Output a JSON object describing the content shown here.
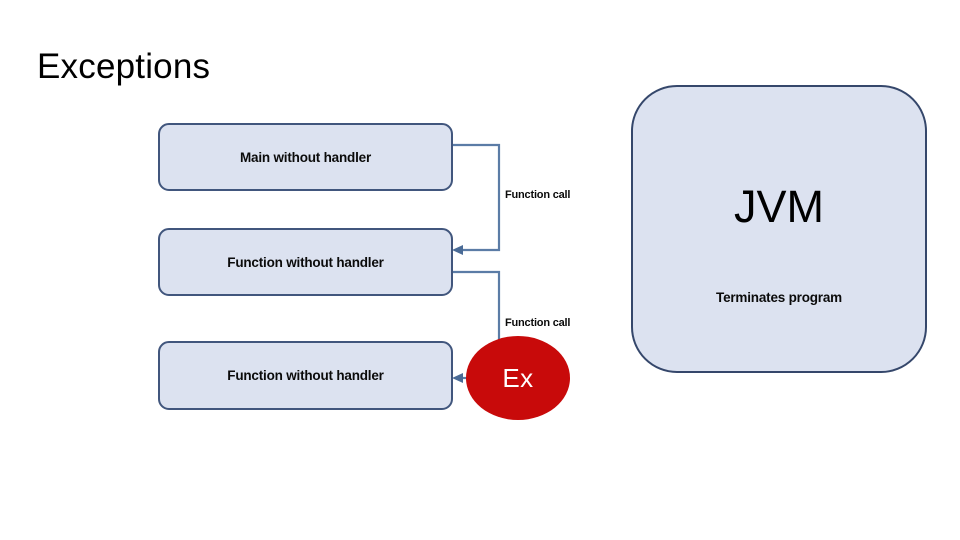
{
  "slide": {
    "title": "Exceptions",
    "background_color": "#ffffff"
  },
  "theme": {
    "box_fill": "#dce2f0",
    "box_border": "#41567d",
    "connector_color": "#5b7ca6",
    "exception_fill": "#c80a0a",
    "exception_text": "#ffffff",
    "text_color": "#000000"
  },
  "diagram": {
    "boxes": [
      {
        "id": "main-without-handler",
        "label": "Main without handler"
      },
      {
        "id": "function-without-handler-1",
        "label": "Function without handler"
      },
      {
        "id": "function-without-handler-2",
        "label": "Function without handler"
      }
    ],
    "connector_labels": [
      {
        "id": "call-1",
        "label": "Function call"
      },
      {
        "id": "call-2",
        "label": "Function call"
      }
    ],
    "exception_bubble": {
      "label": "Ex"
    },
    "jvm_panel": {
      "title": "JVM",
      "subtitle": "Terminates program"
    }
  }
}
